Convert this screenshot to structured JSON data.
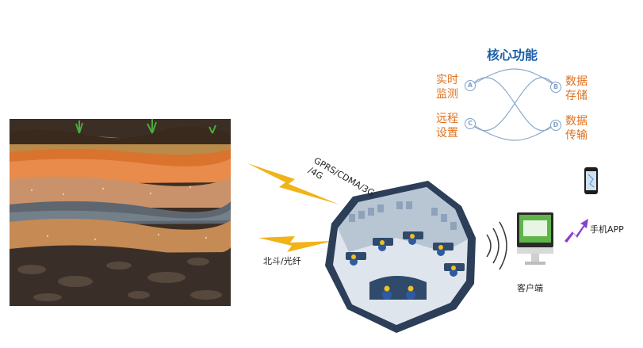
{
  "links": {
    "gprs": "GPRS/CDMA/3G\n/4G",
    "beidou": "北斗/光纤"
  },
  "client_label": "客户端",
  "mobile_label": "手机APP",
  "core": {
    "title": "核心功能",
    "features": [
      {
        "letter": "A",
        "label": "实时\n监测"
      },
      {
        "letter": "B",
        "label": "数据\n存储"
      },
      {
        "letter": "C",
        "label": "远程\n设置"
      },
      {
        "letter": "D",
        "label": "数据\n传输"
      }
    ]
  },
  "colors": {
    "accent_orange": "#e0701e",
    "title_blue": "#1b5fa8",
    "lightning": "#f1b318",
    "signal_purple": "#8a3fd0"
  }
}
